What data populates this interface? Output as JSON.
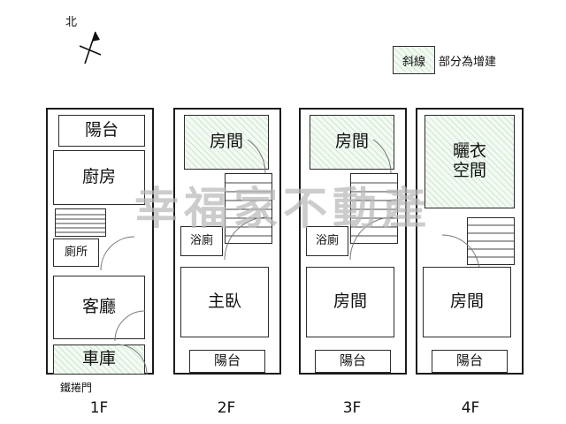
{
  "compass": {
    "label": "北",
    "icon": "compass-north-arrow"
  },
  "legend": {
    "box_text": "斜線",
    "description": "部分為增建"
  },
  "watermark": "幸福家不動產",
  "floors": [
    {
      "id": "1F",
      "label": "1F",
      "note": "鐵捲門",
      "rooms": [
        {
          "name": "balcony",
          "text": "陽台"
        },
        {
          "name": "kitchen",
          "text": "廚房"
        },
        {
          "name": "toilet",
          "text": "廁所"
        },
        {
          "name": "living-room",
          "text": "客廳"
        },
        {
          "name": "garage",
          "text": "車庫"
        }
      ]
    },
    {
      "id": "2F",
      "label": "2F",
      "note": "",
      "rooms": [
        {
          "name": "bedroom",
          "text": "房間"
        },
        {
          "name": "bathroom",
          "text": "浴廁"
        },
        {
          "name": "master-bedroom",
          "text": "主臥"
        },
        {
          "name": "balcony",
          "text": "陽台"
        }
      ]
    },
    {
      "id": "3F",
      "label": "3F",
      "note": "",
      "rooms": [
        {
          "name": "bedroom-upper",
          "text": "房間"
        },
        {
          "name": "bathroom",
          "text": "浴廁"
        },
        {
          "name": "bedroom-lower",
          "text": "房間"
        },
        {
          "name": "balcony",
          "text": "陽台"
        }
      ]
    },
    {
      "id": "4F",
      "label": "4F",
      "note": "",
      "rooms": [
        {
          "name": "laundry-space",
          "text": "曬衣\n空間"
        },
        {
          "name": "bedroom",
          "text": "房間"
        },
        {
          "name": "balcony",
          "text": "陽台"
        }
      ]
    }
  ],
  "colors": {
    "hatch_green": "#cfe6cf",
    "line": "#1b1b1b",
    "watermark": "#b9b9b9"
  }
}
